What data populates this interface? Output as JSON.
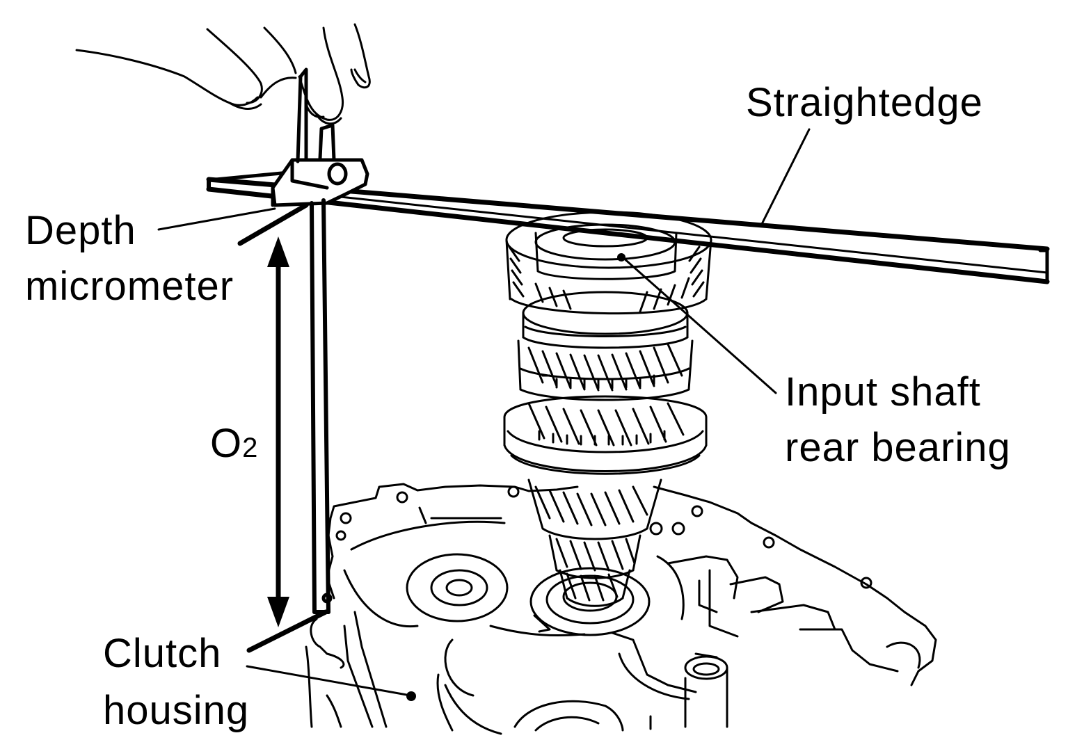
{
  "labels": {
    "straightedge": "Straightedge",
    "depth_micrometer_line1": "Depth",
    "depth_micrometer_line2": "micrometer",
    "input_shaft_line1": "Input shaft",
    "input_shaft_line2": "rear bearing",
    "clutch_line1": "Clutch",
    "clutch_line2": "housing",
    "dimension_main": "O",
    "dimension_sub": "2"
  },
  "colors": {
    "ink": "#000000",
    "background": "#ffffff"
  }
}
